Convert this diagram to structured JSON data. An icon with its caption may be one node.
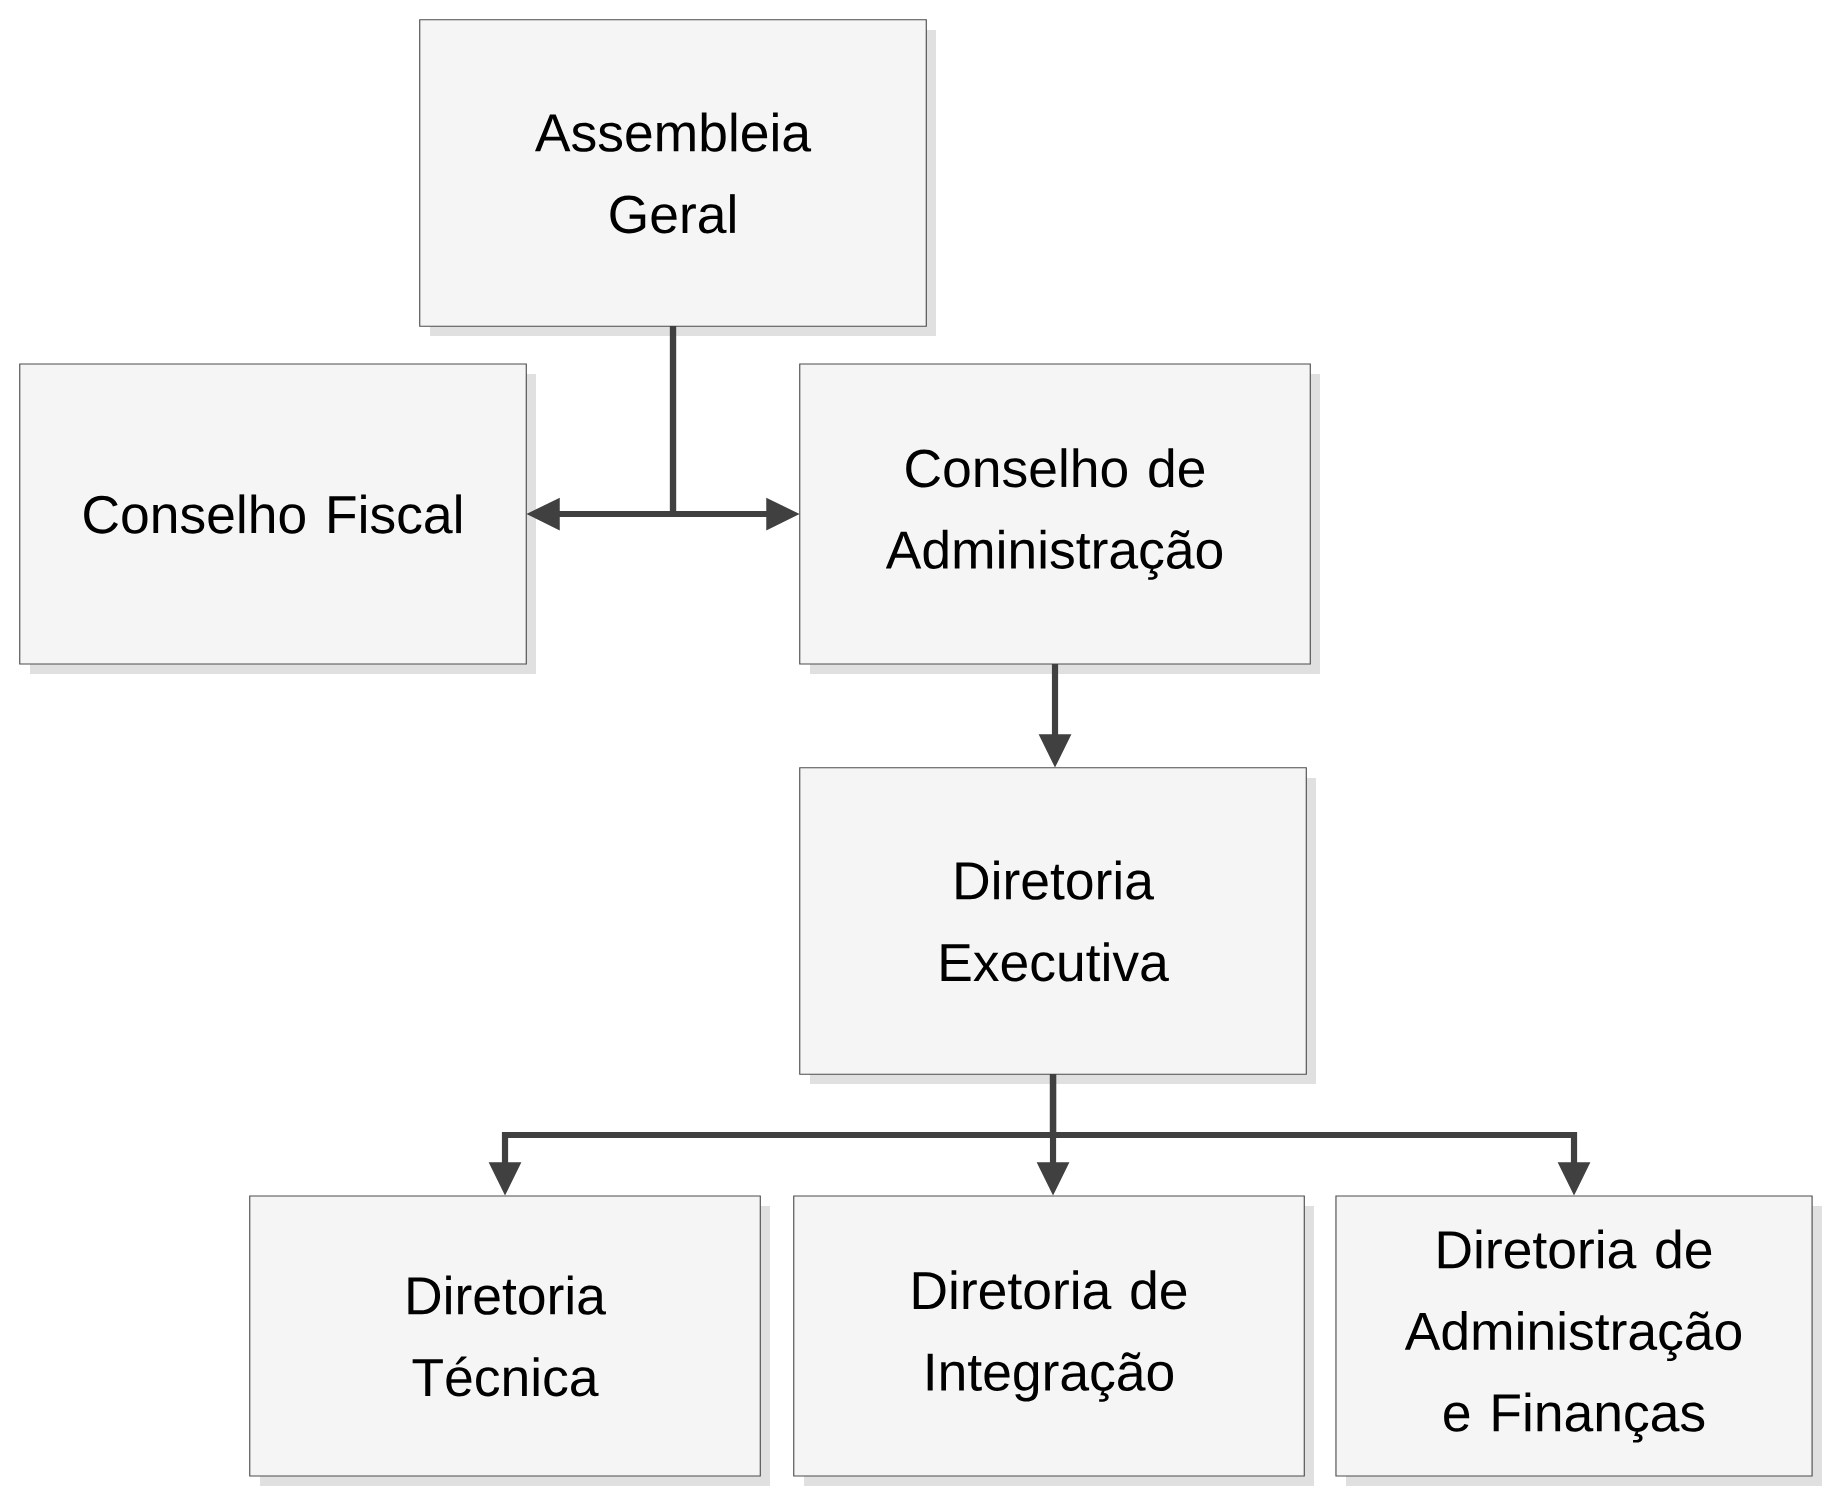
{
  "diagram": {
    "nodes": [
      {
        "text": [
          "Assembleia Geral"
        ]
      },
      {
        "text": [
          "Conselho Fiscal"
        ]
      },
      {
        "text": [
          "Conselho de Administração"
        ]
      },
      {
        "text": [
          "Diretoria Executiva"
        ]
      },
      {
        "text": [
          "Diretoria Técnica"
        ]
      },
      {
        "text": [
          "Diretoria de Integração"
        ]
      },
      {
        "text": [
          "Diretoria de Administração e Finanças"
        ]
      }
    ],
    "edges": [
      {
        "from": 0,
        "to": 1,
        "arrow": "to"
      },
      {
        "from": 0,
        "to": 2,
        "arrow": "to"
      },
      {
        "from": 2,
        "to": 3,
        "arrow": "to"
      },
      {
        "from": 3,
        "to": 4,
        "arrow": "to"
      },
      {
        "from": 3,
        "to": 5,
        "arrow": "to"
      },
      {
        "from": 3,
        "to": 6,
        "arrow": "to"
      }
    ]
  }
}
